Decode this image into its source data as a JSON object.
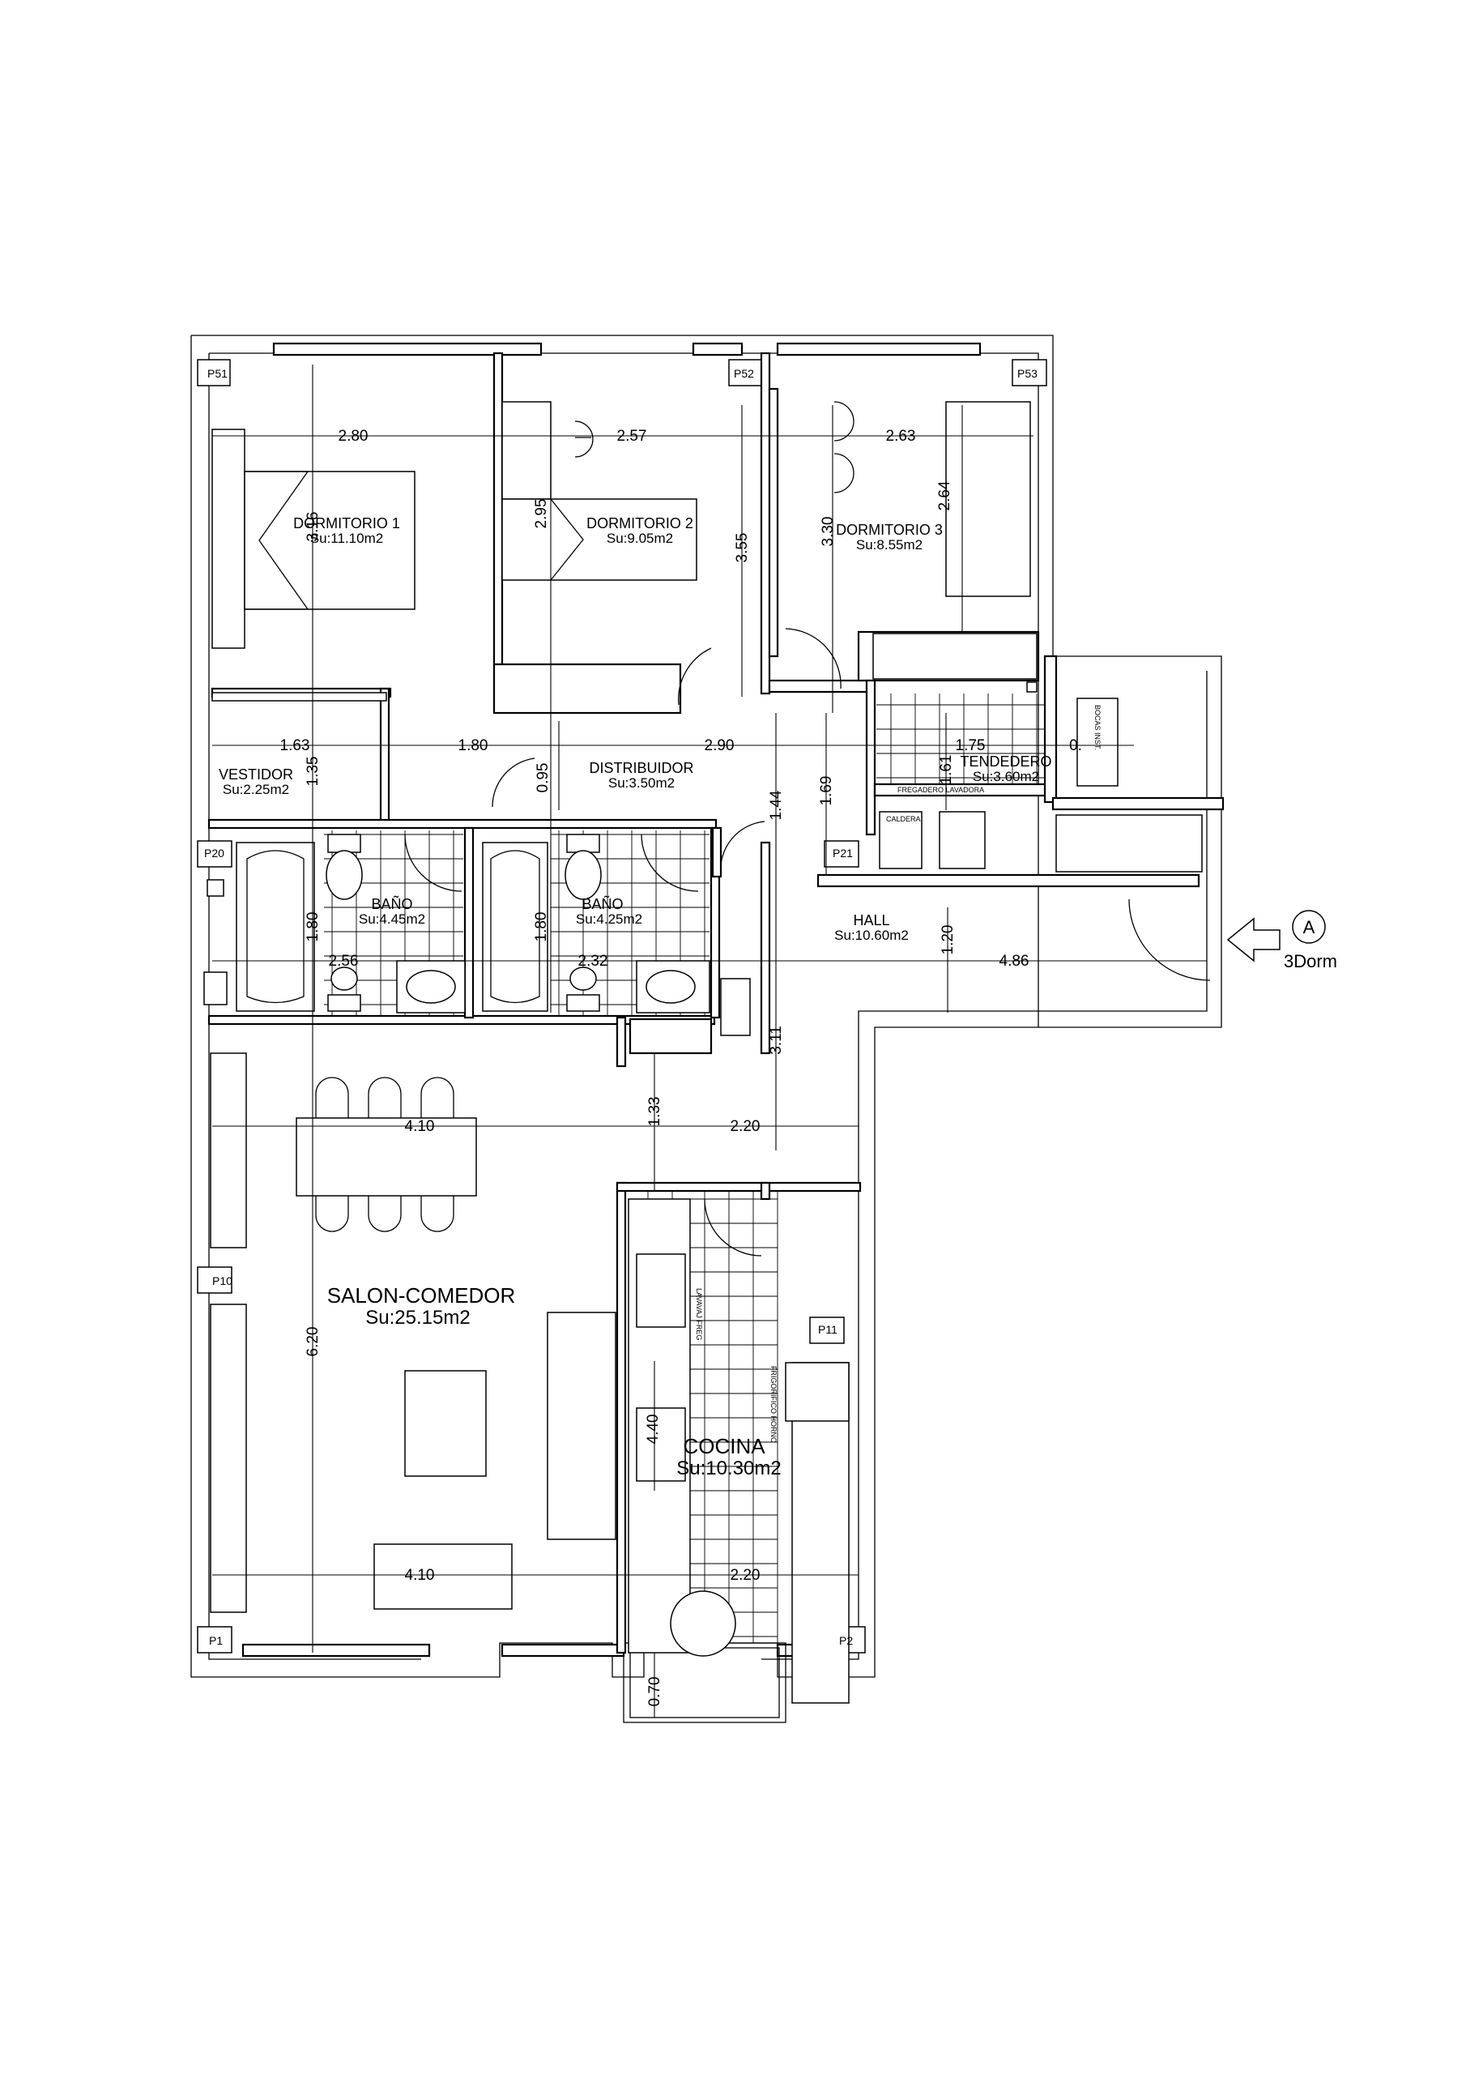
{
  "rooms": {
    "dorm1": {
      "name": "DORMITORIO 1",
      "area": "Su:11.10m2"
    },
    "dorm2": {
      "name": "DORMITORIO 2",
      "area": "Su:9.05m2"
    },
    "dorm3": {
      "name": "DORMITORIO 3",
      "area": "Su:8.55m2"
    },
    "vestidor": {
      "name": "VESTIDOR",
      "area": "Su:2.25m2"
    },
    "distribuidor": {
      "name": "DISTRIBUIDOR",
      "area": "Su:3.50m2"
    },
    "tendedero": {
      "name": "TENDEDERO",
      "area": "Su:3.60m2"
    },
    "bano1": {
      "name": "BAÑO",
      "area": "Su:4.45m2"
    },
    "bano2": {
      "name": "BAÑO",
      "area": "Su:4.25m2"
    },
    "hall": {
      "name": "HALL",
      "area": "Su:10.60m2"
    },
    "salon": {
      "name": "SALON-COMEDOR",
      "area": "Su:25.15m2"
    },
    "cocina": {
      "name": "COCINA",
      "area": "Su:10.30m2"
    }
  },
  "pillars": {
    "p51": "P51",
    "p52": "P52",
    "p53": "P53",
    "p20": "P20",
    "p21": "P21",
    "p10": "P10",
    "p11": "P11",
    "p1": "P1",
    "p2": "P2"
  },
  "dimensions": {
    "d280": "2.80",
    "d257": "2.57",
    "d263": "2.63",
    "d316": "3.16",
    "d295": "2.95",
    "d355": "3.55",
    "d330": "3.30",
    "d264": "2.64",
    "d163": "1.63",
    "d180h": "1.80",
    "d290": "2.90",
    "d175": "1.75",
    "d0x": "0.",
    "d135": "1.35",
    "d095": "0.95",
    "d144": "1.44",
    "d169": "1.69",
    "d161": "1.61",
    "d180v1": "1.80",
    "d180v2": "1.80",
    "d256": "2.56",
    "d232": "2.32",
    "d120": "1.20",
    "d486": "4.86",
    "d311": "3.11",
    "d133": "1.33",
    "d410a": "4.10",
    "d220a": "2.20",
    "d620": "6.20",
    "d440": "4.40",
    "d410b": "4.10",
    "d220b": "2.20",
    "d070": "0.70"
  },
  "fixtures": {
    "caldera": "CALDERA",
    "fregadero_lavadora": "FREGADERO  LAVADORA",
    "lavavaj_freg": "LAVAVAJ  FREG",
    "frigorifico_horno": "FRIGORIFICO  HORNO",
    "bocas": "BOCAS INST."
  },
  "marker": {
    "letter": "A",
    "label": "3Dorm"
  }
}
